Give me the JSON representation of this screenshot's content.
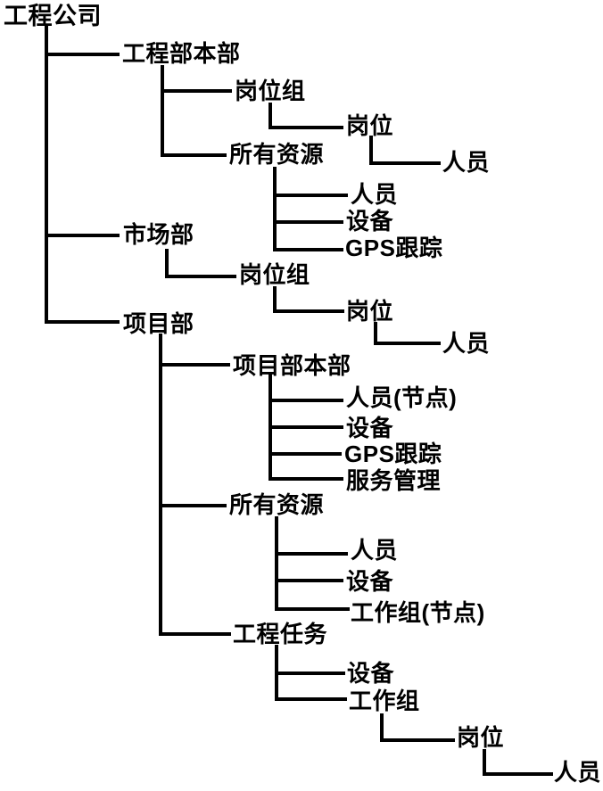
{
  "colors": {
    "line": "#000000",
    "text": "#000000",
    "background": "#ffffff"
  },
  "tree": {
    "label": "工程公司",
    "children": [
      {
        "label": "工程部本部",
        "children": [
          {
            "label": "岗位组",
            "children": [
              {
                "label": "岗位",
                "children": [
                  {
                    "label": "人员"
                  }
                ]
              }
            ]
          },
          {
            "label": "所有资源",
            "children": [
              {
                "label": "人员"
              },
              {
                "label": "设备"
              },
              {
                "label": "GPS跟踪"
              }
            ]
          }
        ]
      },
      {
        "label": "市场部",
        "children": [
          {
            "label": "岗位组",
            "children": [
              {
                "label": "岗位",
                "children": [
                  {
                    "label": "人员"
                  }
                ]
              }
            ]
          }
        ]
      },
      {
        "label": "项目部",
        "children": [
          {
            "label": "项目部本部",
            "children": [
              {
                "label": "人员(节点)"
              },
              {
                "label": "设备"
              },
              {
                "label": "GPS跟踪"
              },
              {
                "label": "服务管理"
              }
            ]
          },
          {
            "label": "所有资源",
            "children": [
              {
                "label": "人员"
              },
              {
                "label": "设备"
              },
              {
                "label": "工作组(节点)"
              }
            ]
          },
          {
            "label": "工程任务",
            "children": [
              {
                "label": "设备"
              },
              {
                "label": "工作组",
                "children": [
                  {
                    "label": "岗位",
                    "children": [
                      {
                        "label": "人员"
                      }
                    ]
                  }
                ]
              }
            ]
          }
        ]
      }
    ]
  }
}
